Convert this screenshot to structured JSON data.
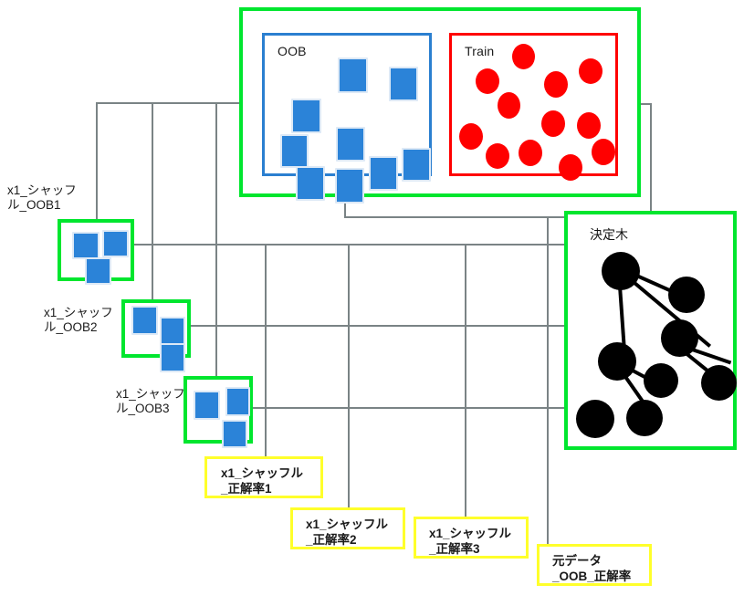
{
  "diagram": {
    "title": "Permutation importance with OOB / decision tree diagram",
    "colors": {
      "green": "#00e62e",
      "blue": "#2b7fd0",
      "red": "#ff0000",
      "yellow": "#ffff2b",
      "square_fill": "#2b83d8",
      "circle_fill": "#ff0000",
      "connector": "#7a8385",
      "node_fill": "#000000"
    }
  },
  "top_group": {
    "oob_panel": {
      "label": "OOB",
      "square_count": 8
    },
    "train_panel": {
      "label": "Train",
      "circle_count": 13
    }
  },
  "shuffle_sets": [
    {
      "label": "x1_シャッフ\nル_OOB1",
      "square_count": 3
    },
    {
      "label": "x1_シャッフ\nル_OOB2",
      "square_count": 3
    },
    {
      "label": "x1_シャッフ\nル_OOB3",
      "square_count": 3
    }
  ],
  "tree_panel": {
    "label": "決定木",
    "node_count": 8
  },
  "results": [
    {
      "label": "x1_シャッフル\n_正解率1"
    },
    {
      "label": "x1_シャッフル\n_正解率2"
    },
    {
      "label": "x1_シャッフル\n_正解率3"
    },
    {
      "label": "元データ\n_OOB_正解率"
    }
  ]
}
